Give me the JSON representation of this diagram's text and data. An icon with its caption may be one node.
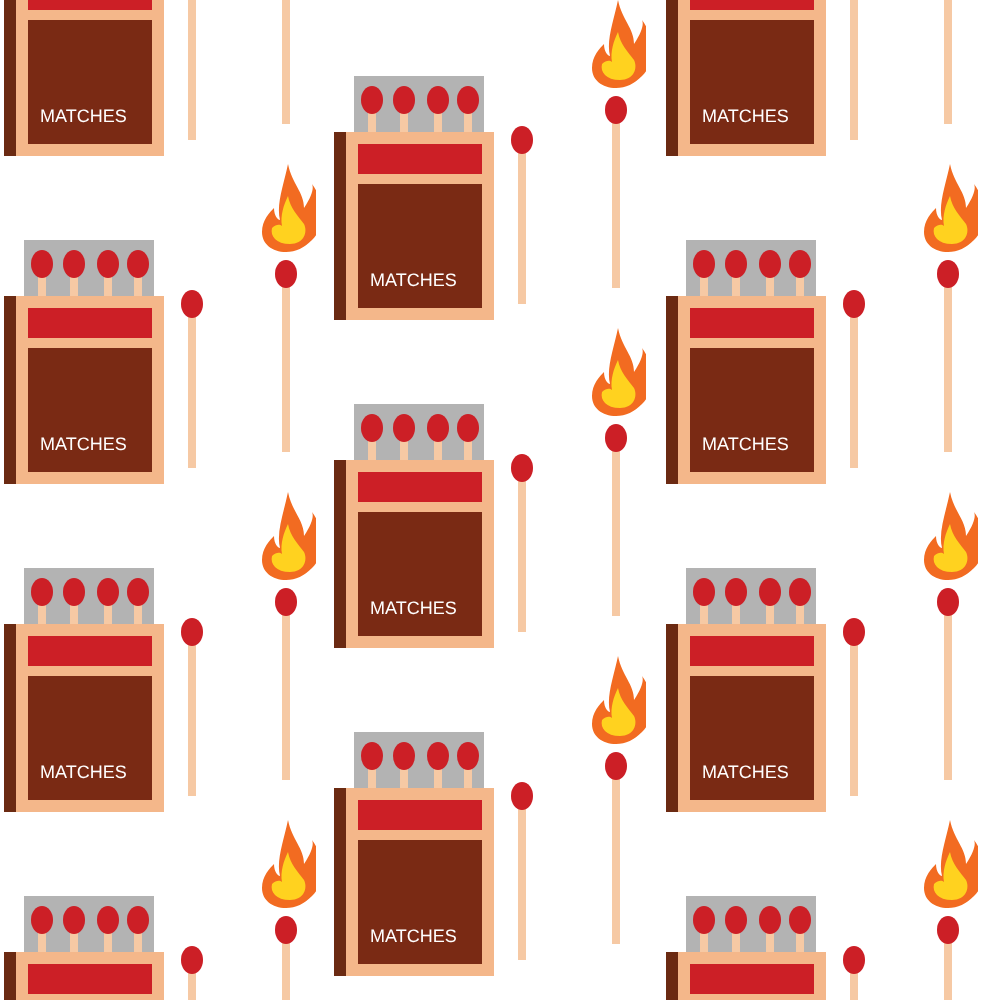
{
  "diagram": {
    "labels": [
      "MATCHES",
      "MATCHES",
      "MATCHES",
      "MATCHES",
      "MATCHES",
      "MATCHES",
      "MATCHES",
      "MATCHES",
      "MATCHES"
    ]
  }
}
